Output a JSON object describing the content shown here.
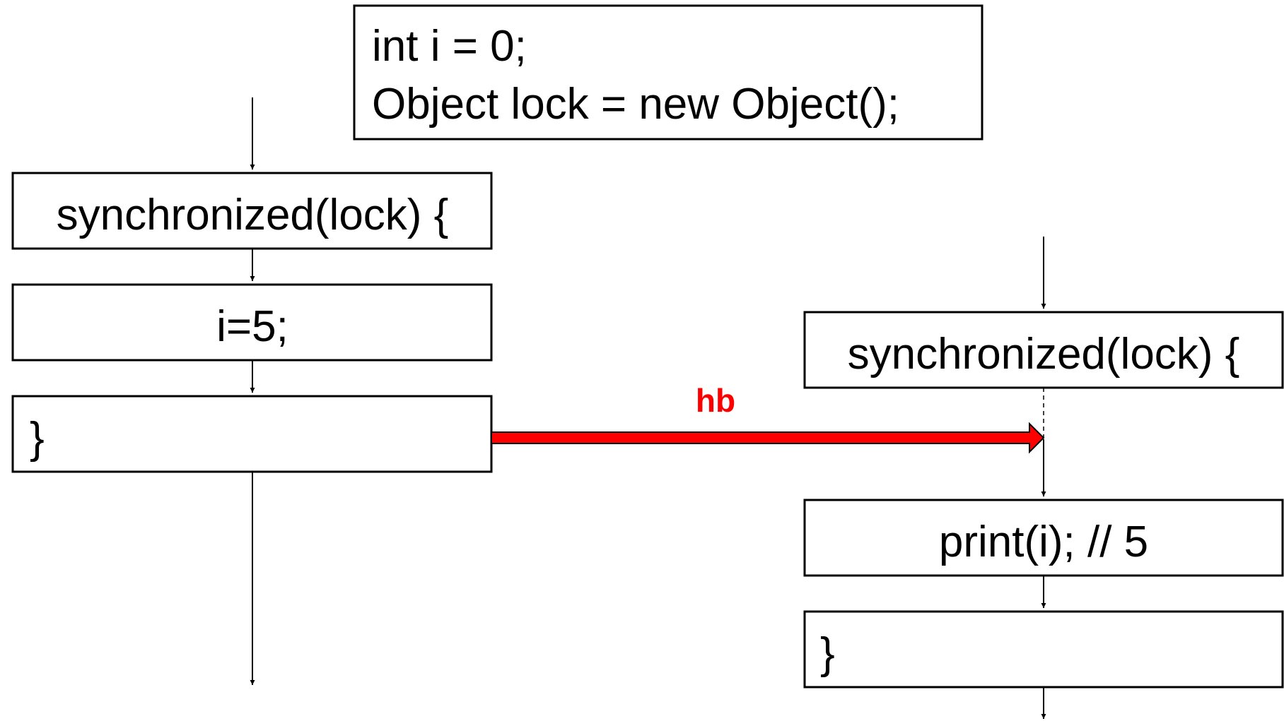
{
  "shared_block": {
    "line1": "int i = 0;",
    "line2": "Object lock = new Object();"
  },
  "thread_a": {
    "sync_open": "synchronized(lock) {",
    "statement": "i=5;",
    "sync_close": "}"
  },
  "thread_b": {
    "sync_open": "synchronized(lock) {",
    "statement": "print(i); // 5",
    "sync_close": "}"
  },
  "edge": {
    "label": "hb",
    "color": "#ff0000"
  }
}
